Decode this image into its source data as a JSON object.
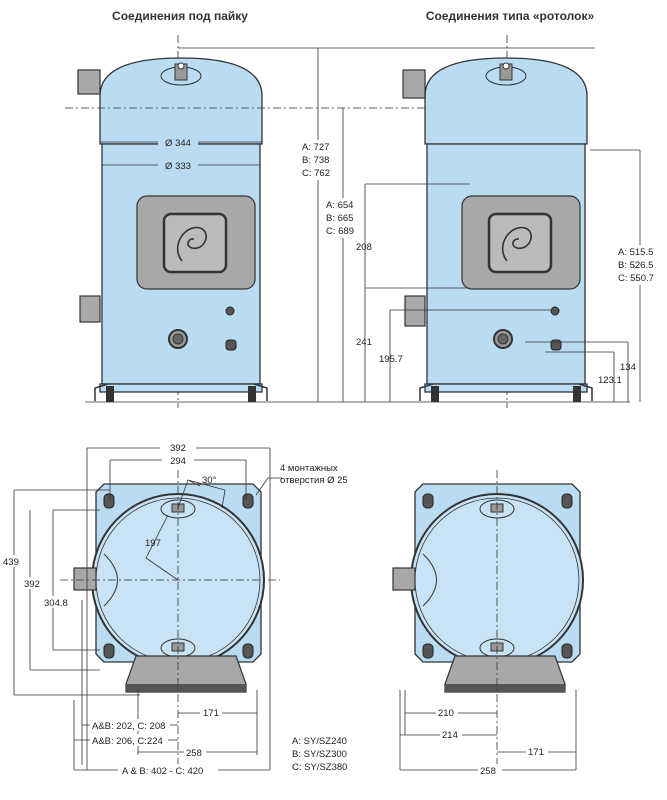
{
  "titles": {
    "left": "Соединения под пайку",
    "right": "Соединения типа «ротолок»"
  },
  "front_view": {
    "diameter_upper": "Ø 344",
    "diameter_lower": "Ø 333",
    "overall_height": [
      "A: 727",
      "B: 738",
      "C: 762"
    ],
    "upper_fitting_height": [
      "A: 654",
      "B: 665",
      "C: 689"
    ],
    "dim_208": "208",
    "dim_241": "241",
    "dim_195_7": "195.7",
    "right_height": [
      "A: 515.5",
      "B: 526.5",
      "C: 550.7"
    ],
    "dim_134": "134",
    "dim_123_1": "123.1"
  },
  "top_view": {
    "width_outer": "392",
    "hole_spacing": "294",
    "angle": "30°",
    "holes_note": [
      "4 монтажных",
      "отверстия Ø 25"
    ],
    "radius": "197",
    "depth_outer": "439",
    "depth_plate": "392",
    "depth_holes": "304.8",
    "dim_a_b_202": "A&B: 202, C: 208",
    "dim_a_b_206": "A&B: 206, C:224",
    "dim_171": "171",
    "dim_258": "258",
    "dim_total": "A & B: 402  -  C: 420",
    "dim_210": "210",
    "dim_214": "214",
    "dim_171_right": "171",
    "dim_258_right": "258"
  },
  "legend": [
    "A: SY/SZ240",
    "B: SY/SZ300",
    "C: SY/SZ380"
  ]
}
